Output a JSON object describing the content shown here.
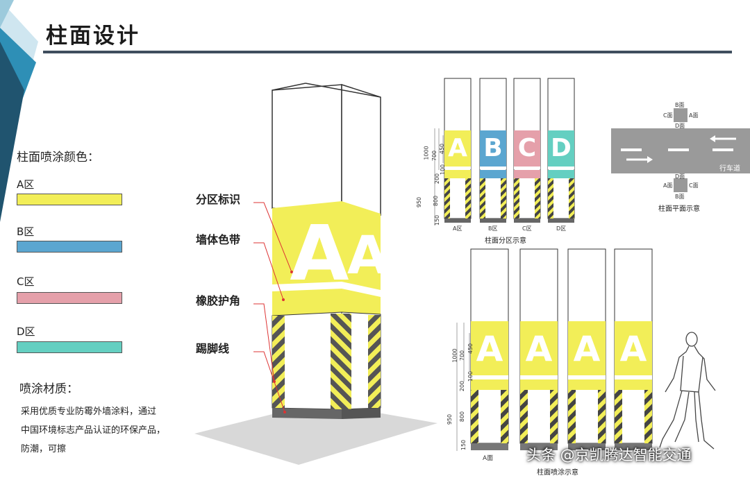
{
  "title": "柱面设计",
  "legend": {
    "heading": "柱面喷涂颜色：",
    "zones": [
      {
        "label": "A区",
        "color": "#f2ee58"
      },
      {
        "label": "B区",
        "color": "#5ba6d0"
      },
      {
        "label": "C区",
        "color": "#e5a0aa"
      },
      {
        "label": "D区",
        "color": "#64cfc1"
      }
    ]
  },
  "material": {
    "heading": "喷涂材质：",
    "lines": [
      "采用优质专业防霉外墙涂料，通过",
      "中国环境标志产品认证的环保产品，",
      "防潮，可擦"
    ]
  },
  "callouts": [
    "分区标识",
    "墙体色带",
    "橡胶护角",
    "踢脚线"
  ],
  "pillar_letter": "A",
  "zone_elevation": {
    "caption": "柱面分区示意",
    "letters": [
      "A",
      "B",
      "C",
      "D"
    ],
    "labels": [
      "A区",
      "B区",
      "C区",
      "D区"
    ],
    "dims": [
      "1000",
      "700",
      "450",
      "100",
      "200",
      "950",
      "800",
      "150"
    ]
  },
  "plan": {
    "caption": "柱面平面示意",
    "road_label": "行车道",
    "faces": {
      "b": "B面",
      "c": "C面",
      "a": "A面",
      "d": "D面"
    }
  },
  "paint_elevation": {
    "caption": "柱面喷涂示意",
    "letter": "A",
    "label": "A面",
    "dims": [
      "1000",
      "700",
      "450",
      "100",
      "200",
      "950",
      "800",
      "150"
    ]
  },
  "watermark": "头条 @京凯腾达智能交通",
  "colors": {
    "yellow": "#f2ee58",
    "charcoal": "#58585a",
    "heading_rule": "#3f4e5e"
  }
}
